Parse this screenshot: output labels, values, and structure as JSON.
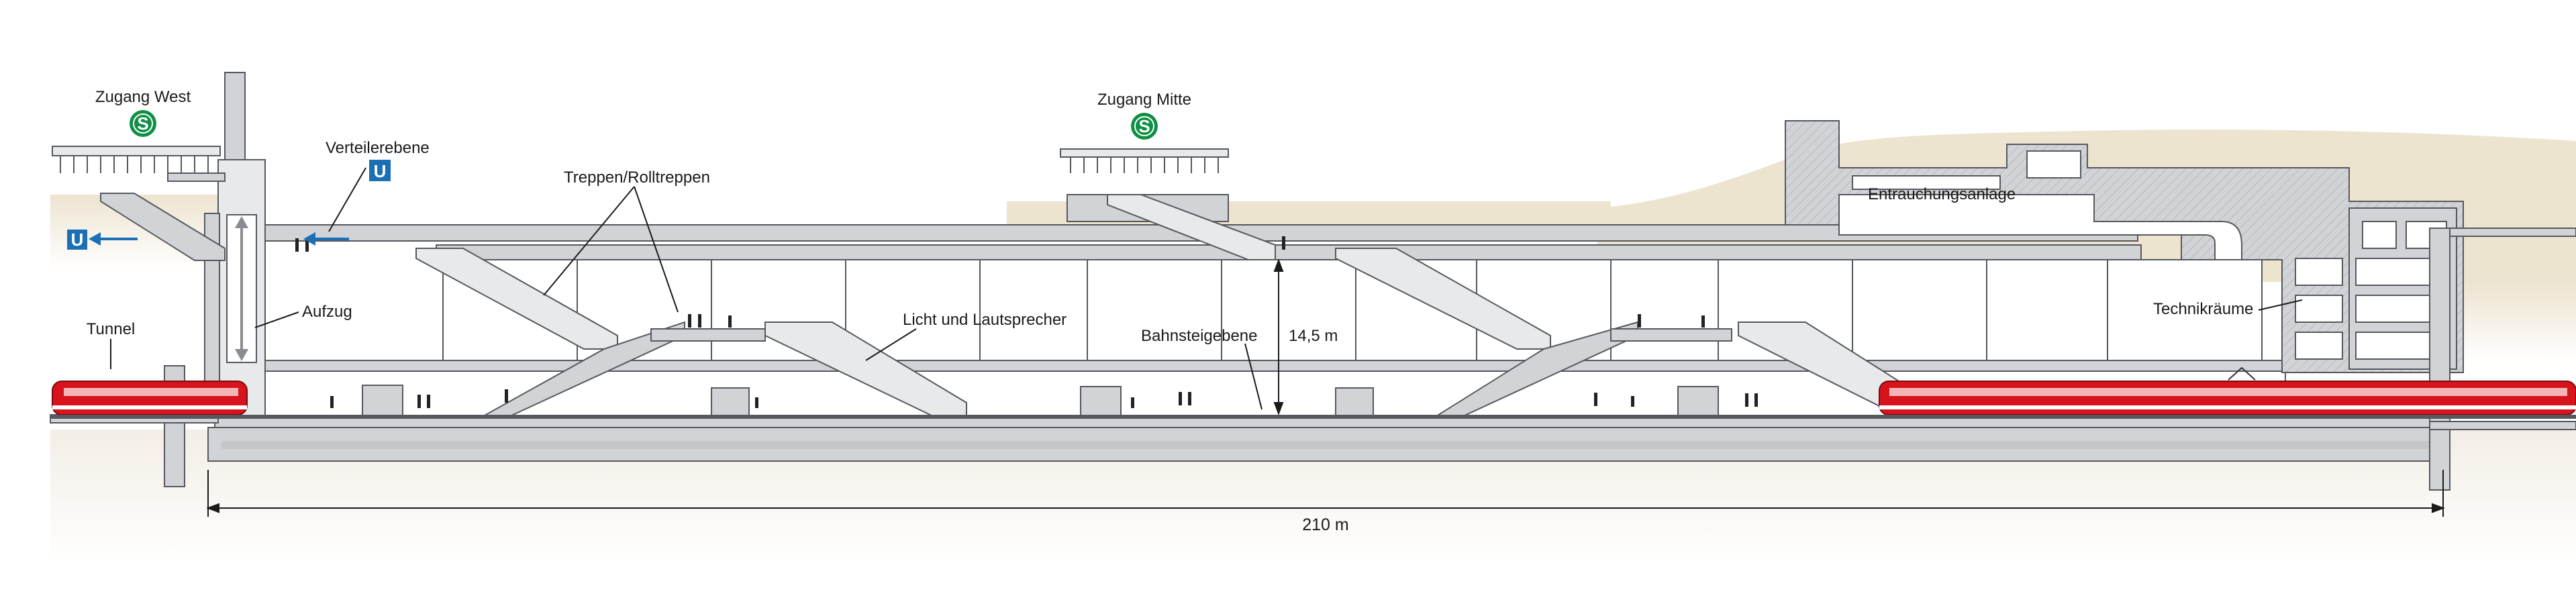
{
  "labels": {
    "zugang_west": "Zugang West",
    "zugang_mitte": "Zugang Mitte",
    "verteilerebene": "Verteilerebene",
    "treppen": "Treppen/Rolltreppen",
    "entrauchung": "Entrauchungsanlage",
    "aufzug": "Aufzug",
    "tunnel": "Tunnel",
    "licht": "Licht und Lautsprecher",
    "bahnsteig": "Bahnsteigebene",
    "technik": "Technikräume",
    "hoehe": "14,5 m",
    "laenge": "210 m"
  },
  "badges": {
    "s_bahn": "S",
    "u_bahn": "U"
  },
  "colors": {
    "structure": "#d2d3d6",
    "structure_outline": "#55585e",
    "earth": "#ede4d0",
    "earth_dark": "#e0d2b2",
    "ground_fade": "#f3eee6",
    "train_red": "#d7141c",
    "s_bahn_green": "#0f8f45",
    "u_bahn_blue": "#1a6fb5",
    "arrow_blue": "#1a6fb5"
  },
  "icons": [
    "s-bahn-icon",
    "u-bahn-icon",
    "train-icon",
    "person-icon",
    "arrow-left-icon",
    "dimension-arrow-icon"
  ]
}
